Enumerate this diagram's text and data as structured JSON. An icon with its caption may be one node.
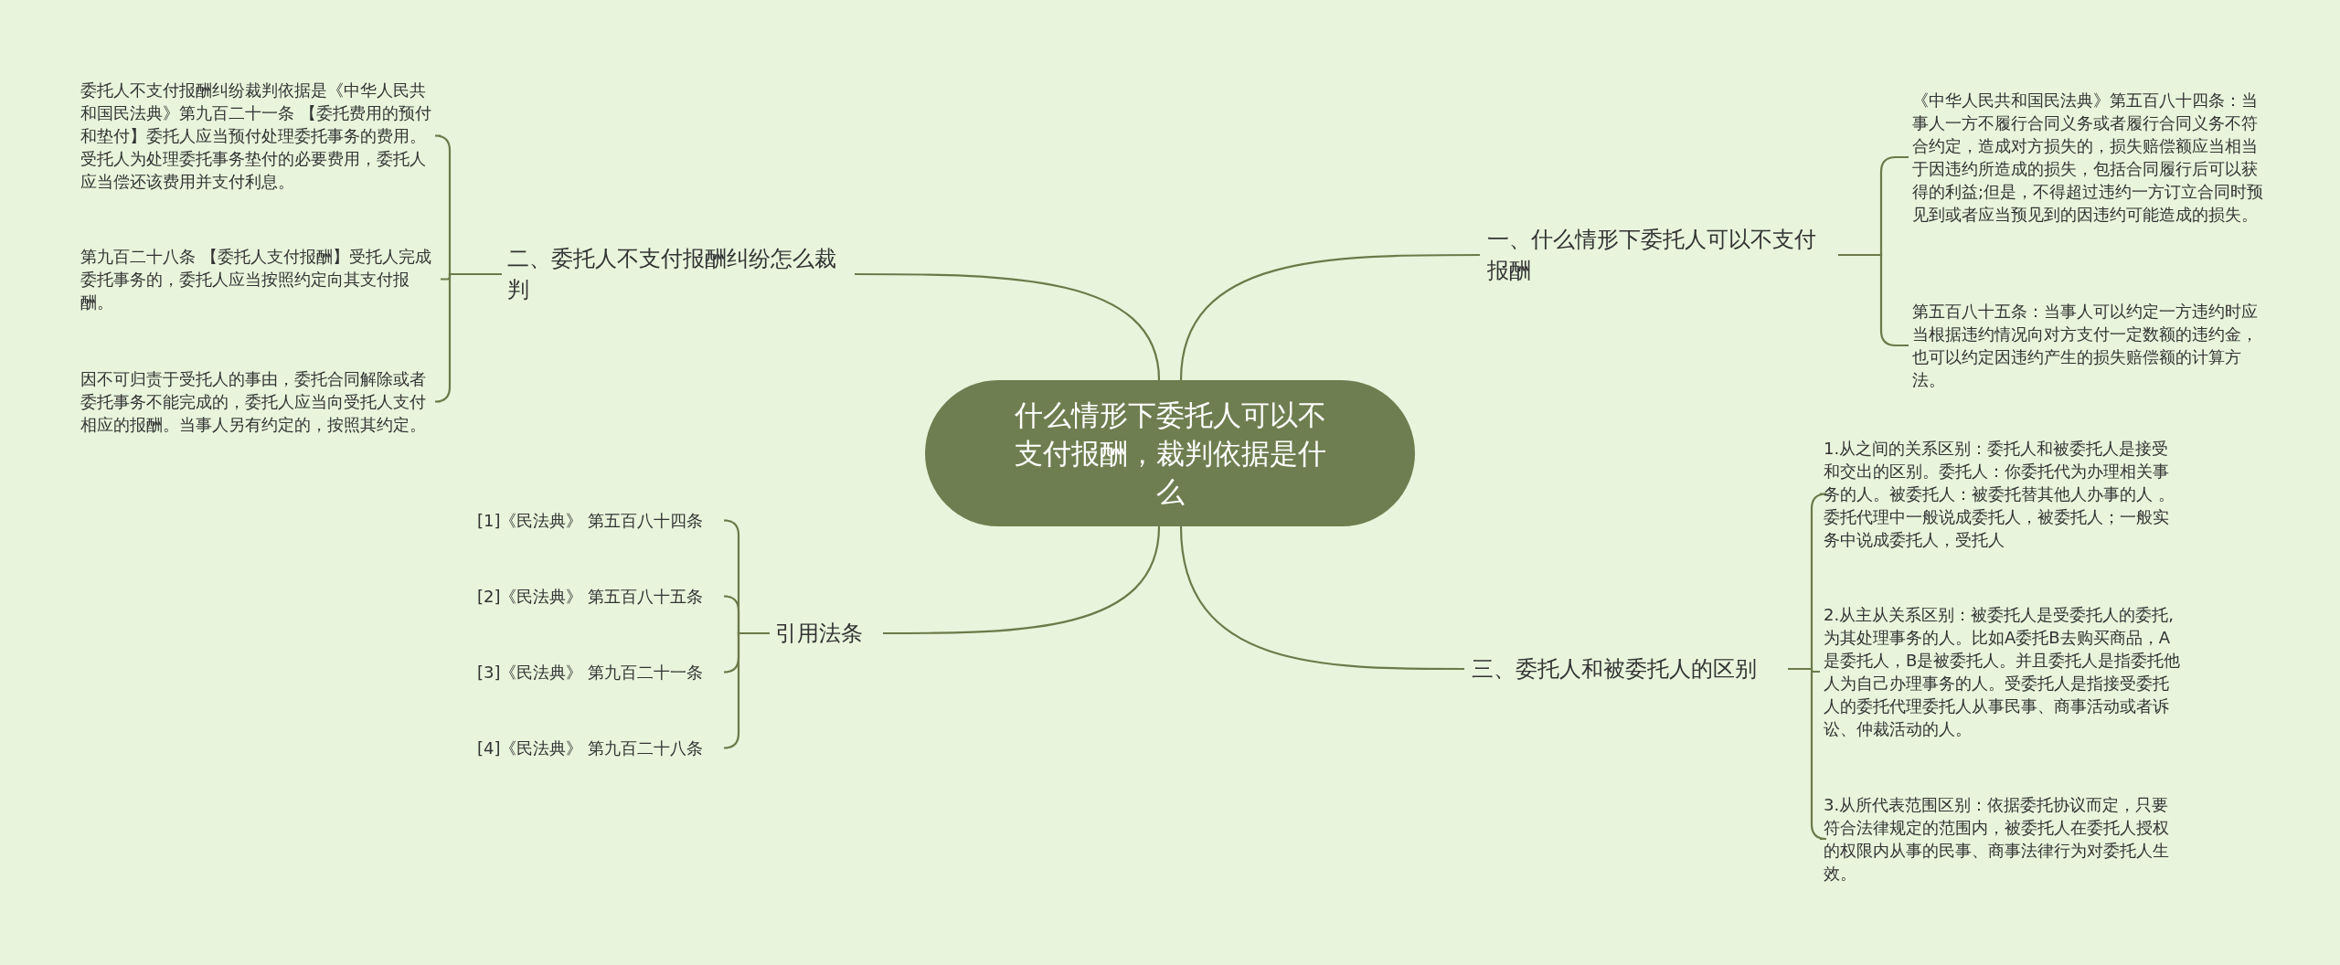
{
  "diagram": {
    "nodes": [
      {
        "text": [
          "什么情形下委托人可以不支付报酬，裁判依据是什么"
        ]
      },
      {
        "text": [
          "二、委托人不支付报酬纠纷怎么裁判"
        ]
      },
      {
        "text": [
          "委托人不支付报酬纠纷裁判依据是《中华人民共和国民法典》第九百二十一条 【委托费用的预付和垫付】委托人应当预付处理委托事务的费用。受托人为处理委托事务垫付的必要费用，委托人应当偿还该费用并支付利息。"
        ]
      },
      {
        "text": [
          "第九百二十八条 【委托人支付报酬】受托人完成委托事务的，委托人应当按照约定向其支付报酬。"
        ]
      },
      {
        "text": [
          "因不可归责于受托人的事由，委托合同解除或者委托事务不能完成的，委托人应当向受托人支付相应的报酬。当事人另有约定的，按照其约定。"
        ]
      },
      {
        "text": [
          "引用法条"
        ]
      },
      {
        "text": [
          "[1]《民法典》 第五百八十四条"
        ]
      },
      {
        "text": [
          "[2]《民法典》 第五百八十五条"
        ]
      },
      {
        "text": [
          "[3]《民法典》 第九百二十一条"
        ]
      },
      {
        "text": [
          "[4]《民法典》 第九百二十八条"
        ]
      },
      {
        "text": [
          "一、什么情形下委托人可以不支付报酬"
        ]
      },
      {
        "text": [
          "《中华人民共和国民法典》第五百八十四条：当事人一方不履行合同义务或者履行合同义务不符合约定，造成对方损失的，损失赔偿额应当相当于因违约所造成的损失，包括合同履行后可以获得的利益;但是，不得超过违约一方订立合同时预见到或者应当预见到的因违约可能造成的损失。"
        ]
      },
      {
        "text": [
          "第五百八十五条：当事人可以约定一方违约时应当根据违约情况向对方支付一定数额的违约金，也可以约定因违约产生的损失赔偿额的计算方法。"
        ]
      },
      {
        "text": [
          "三、委托人和被委托人的区别"
        ]
      },
      {
        "text": [
          "1.从之间的关系区别：委托人和被委托人是接受和交出的区别。委托人：你委托代为办理相关事务的人。被委托人：被委托替其他人办事的人 。委托代理中一般说成委托人，被委托人；一般实务中说成委托人，受托人"
        ]
      },
      {
        "text": [
          "2.从主从关系区别：被委托人是受委托人的委托,为其处理事务的人。比如A委托B去购买商品，A是委托人，B是被委托人。并且委托人是指委托他人为自己办理事务的人。受委托人是指接受委托人的委托代理委托人从事民事、商事活动或者诉讼、仲裁活动的人。"
        ]
      },
      {
        "text": [
          "3.从所代表范围区别：依据委托协议而定，只要符合法律规定的范围内，被委托人在委托人授权的权限内从事的民事、商事法律行为对委托人生效。"
        ]
      }
    ],
    "edges": [
      {
        "from": 0,
        "to": 1,
        "arrow": "none"
      },
      {
        "from": 1,
        "to": 2,
        "arrow": "none"
      },
      {
        "from": 1,
        "to": 3,
        "arrow": "none"
      },
      {
        "from": 1,
        "to": 4,
        "arrow": "none"
      },
      {
        "from": 0,
        "to": 5,
        "arrow": "none"
      },
      {
        "from": 5,
        "to": 6,
        "arrow": "none"
      },
      {
        "from": 5,
        "to": 7,
        "arrow": "none"
      },
      {
        "from": 5,
        "to": 8,
        "arrow": "none"
      },
      {
        "from": 5,
        "to": 9,
        "arrow": "none"
      },
      {
        "from": 0,
        "to": 10,
        "arrow": "none"
      },
      {
        "from": 10,
        "to": 11,
        "arrow": "none"
      },
      {
        "from": 10,
        "to": 12,
        "arrow": "none"
      },
      {
        "from": 0,
        "to": 13,
        "arrow": "none"
      },
      {
        "from": 13,
        "to": 14,
        "arrow": "none"
      },
      {
        "from": 13,
        "to": 15,
        "arrow": "none"
      },
      {
        "from": 13,
        "to": 16,
        "arrow": "none"
      }
    ]
  }
}
